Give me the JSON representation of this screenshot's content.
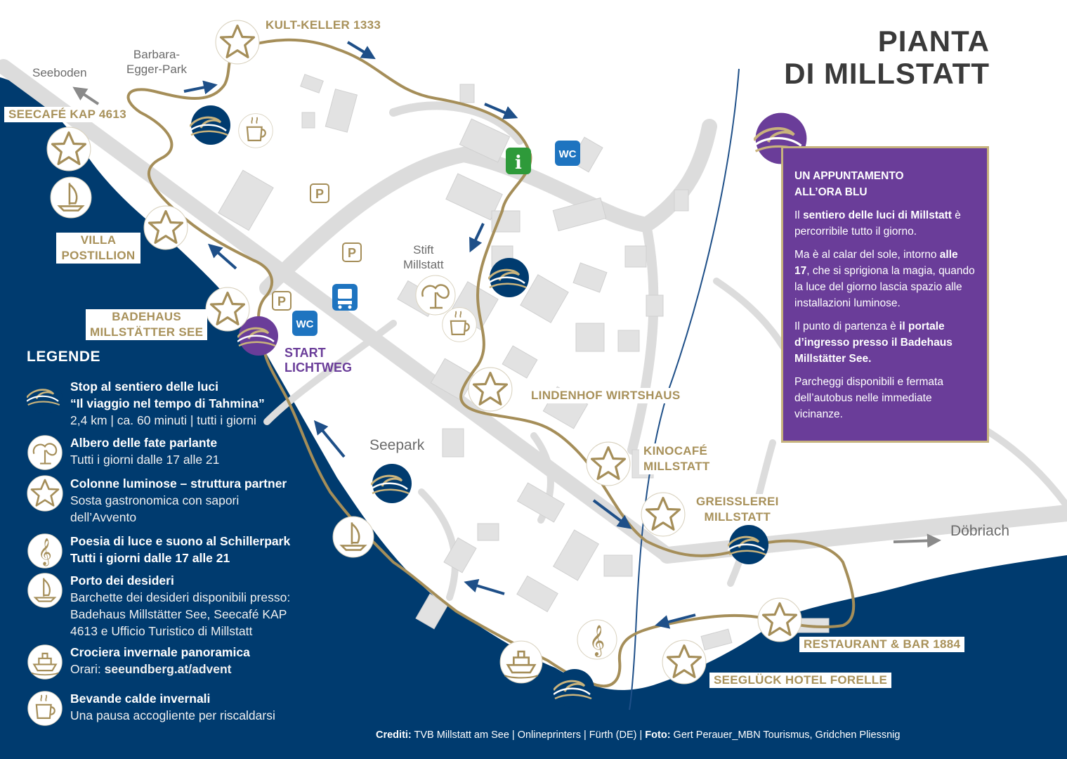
{
  "title": {
    "line1": "PIANTA",
    "line2": "DI MILLSTATT"
  },
  "places": {
    "kult_keller": "KULT-KELLER 1333",
    "seecafe": "SEECAFÉ KAP 4613",
    "villa_line1": "VILLA",
    "villa_line2": "POSTILLION",
    "badehaus_line1": "BADEHAUS",
    "badehaus_line2": "MILLSTÄTTER SEE",
    "lindenhof": "LINDENHOF WIRTSHAUS",
    "kinocafe_line1": "KINOCAFÉ",
    "kinocafe_line2": "MILLSTATT",
    "greisslerei_line1": "GREISSLEREI",
    "greisslerei_line2": "MILLSTATT",
    "restaurant": "RESTAURANT & BAR 1884",
    "seeglueck": "SEEGLÜCK HOTEL FORELLE"
  },
  "areas": {
    "seeboden": "Seeboden",
    "barbara_line1": "Barbara-",
    "barbara_line2": "Egger-Park",
    "stift_line1": "Stift",
    "stift_line2": "Millstatt",
    "seepark": "Seepark",
    "doebriach": "Döbriach"
  },
  "start": {
    "line1": "START",
    "line2": "LICHTWEG"
  },
  "map_symbols": {
    "parking": "P",
    "wc": "WC",
    "info": "i"
  },
  "infobox": {
    "heading_line1": "UN APPUNTAMENTO",
    "heading_line2": "ALL’ORA BLU",
    "p1_pre": "Il ",
    "p1_bold": "sentiero delle luci di Millstatt",
    "p1_post": " è percorribile tutto il giorno.",
    "p2_pre": "Ma è al calar del sole, intorno ",
    "p2_bold": "alle 17",
    "p2_post": ", che si sprigiona la magia, quando la luce del giorno lascia spazio alle installazioni luminose.",
    "p3_pre": "Il punto di partenza è ",
    "p3_bold": "il portale d’ingresso presso il Badehaus Millstätter See.",
    "p4": "Parcheggi disponibili e fermata dell’autobus nelle immediate vicinanze."
  },
  "legend": {
    "heading": "LEGENDE",
    "items": [
      {
        "icon": "wave-stop-icon",
        "title": "Stop al sentiero delle luci",
        "title2": "“Il viaggio nel tempo di Tahmina”",
        "desc": "2,4 km | ca. 60 minuti | tutti i giorni"
      },
      {
        "icon": "fairy-tree-icon",
        "title": "Albero delle fate parlante",
        "desc": "Tutti i giorni dalle 17 alle 21"
      },
      {
        "icon": "star-icon",
        "title": "Colonne luminose – struttura partner",
        "desc": "Sosta gastronomica con sapori dell’Avvento"
      },
      {
        "icon": "music-note-icon",
        "title": "Poesia di luce e suono al Schillerpark",
        "title2": "Tutti i giorni dalle 17 alle 21"
      },
      {
        "icon": "sailboat-icon",
        "title": "Porto dei desideri",
        "desc": "Barchette dei desideri disponibili presso: Badehaus Millstätter See, Seecafé KAP 4613 e Ufficio Turistico di Millstatt"
      },
      {
        "icon": "ship-icon",
        "title": "Crociera invernale panoramica",
        "desc_pre": "Orari: ",
        "desc_bold": "seeundberg.at/advent"
      },
      {
        "icon": "coffee-cup-icon",
        "title": "Bevande calde invernali",
        "desc": "Una pausa accogliente per riscaldarsi"
      }
    ]
  },
  "credits": {
    "label1": "Crediti:",
    "text1": " TVB Millstatt am See | Onlineprinters | Fürth (DE) | ",
    "label2": "Foto:",
    "text2": " Gert Perauer_MBN Tourismus, Gridchen Pliessnig"
  },
  "colors": {
    "lake": "#003b6f",
    "route": "#a58e59",
    "gold": "#a8915a",
    "purple": "#6a3d99",
    "road": "#dcdcdc",
    "building": "#e2e2e2",
    "info_green": "#2e9a3a",
    "wc_blue": "#1e74c0"
  }
}
